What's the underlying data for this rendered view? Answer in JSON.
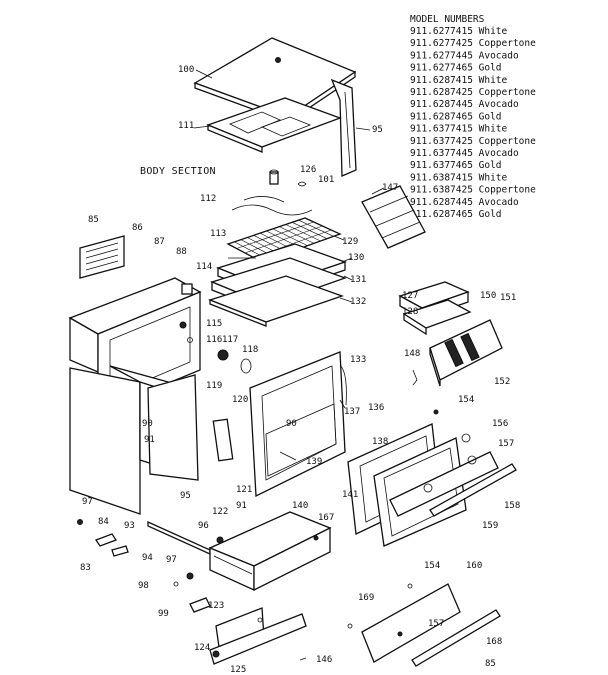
{
  "model_header": "MODEL NUMBERS",
  "models": [
    "911.6277415 White",
    "911.6277425 Coppertone",
    "911.6277445 Avocado",
    "911.6277465 Gold",
    "911.6287415 White",
    "911.6287425 Coppertone",
    "911.6287445 Avocado",
    "911.6287465 Gold",
    "911.6377415 White",
    "911.6377425 Coppertone",
    "911.6377445 Avocado",
    "911.6377465 Gold",
    "911.6387415 White",
    "911.6387425 Coppertone",
    "911.6287445 Avocado",
    "911.6287465 Gold"
  ],
  "section_title": "BODY SECTION",
  "page_number": "85",
  "part_labels": [
    "100",
    "111",
    "95",
    "126",
    "101",
    "112",
    "113",
    "129",
    "130",
    "131",
    "132",
    "85",
    "86",
    "87",
    "88",
    "114",
    "115",
    "116",
    "117",
    "118",
    "119",
    "90",
    "91",
    "97",
    "95",
    "120",
    "90",
    "139",
    "121",
    "133",
    "137",
    "136",
    "138",
    "141",
    "154",
    "156",
    "157",
    "158",
    "159",
    "147",
    "127",
    "128",
    "150",
    "151",
    "148",
    "152",
    "84",
    "93",
    "83",
    "94",
    "96",
    "122",
    "91",
    "140",
    "167",
    "97",
    "98",
    "99",
    "123",
    "124",
    "125",
    "146",
    "169",
    "154",
    "160",
    "157",
    "168"
  ]
}
